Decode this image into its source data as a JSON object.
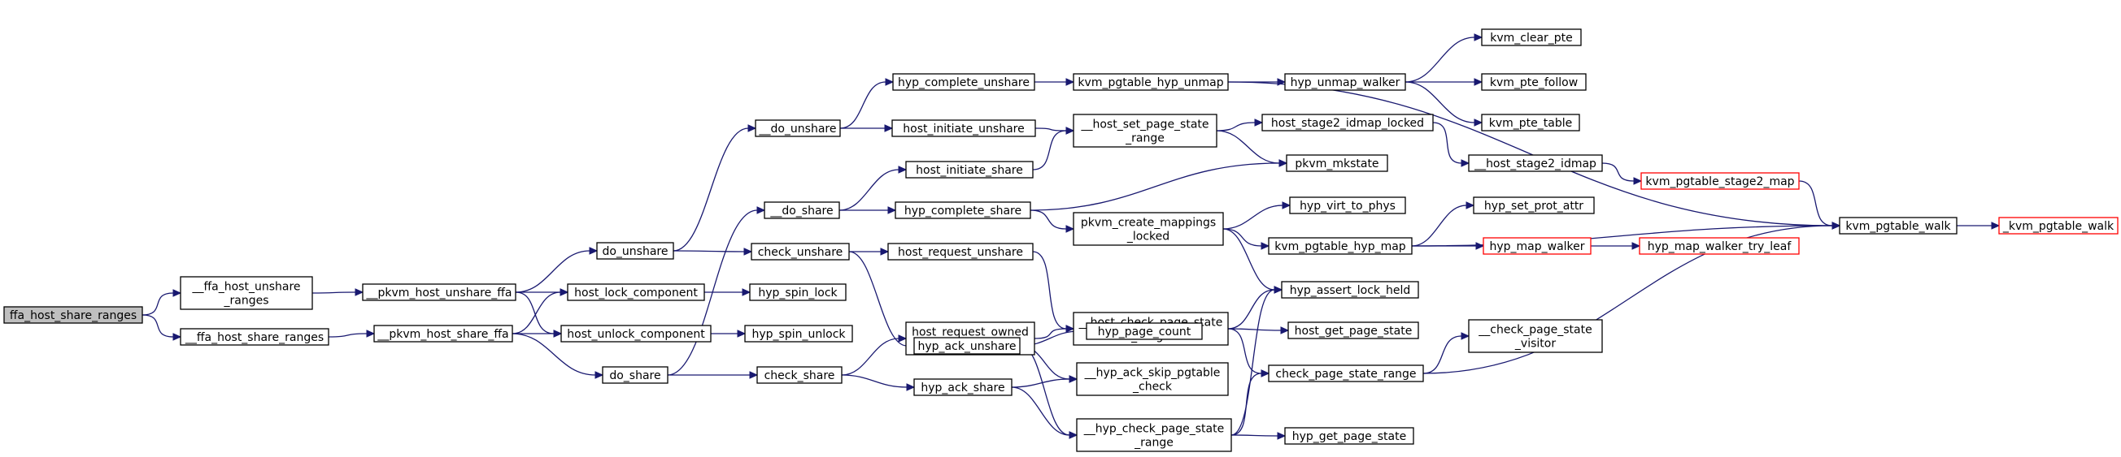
{
  "graph": {
    "colors": {
      "edge": "#191970",
      "root_fill": "#bfbfbf",
      "truncated_border": "#ff0000"
    },
    "nodes": [
      {
        "id": "ffa_host_share_ranges",
        "lines": [
          "ffa_host_share_ranges"
        ]
      },
      {
        "id": "__ffa_host_unshare_ranges",
        "lines": [
          "__ffa_host_unshare",
          "_ranges"
        ]
      },
      {
        "id": "__ffa_host_share_ranges",
        "lines": [
          "__ffa_host_share_ranges"
        ]
      },
      {
        "id": "__pkvm_host_unshare_ffa",
        "lines": [
          "__pkvm_host_unshare_ffa"
        ]
      },
      {
        "id": "__pkvm_host_share_ffa",
        "lines": [
          "__pkvm_host_share_ffa"
        ]
      },
      {
        "id": "do_unshare",
        "lines": [
          "do_unshare"
        ]
      },
      {
        "id": "host_lock_component",
        "lines": [
          "host_lock_component"
        ]
      },
      {
        "id": "host_unlock_component",
        "lines": [
          "host_unlock_component"
        ]
      },
      {
        "id": "do_share",
        "lines": [
          "do_share"
        ]
      },
      {
        "id": "__do_unshare",
        "lines": [
          "__do_unshare"
        ]
      },
      {
        "id": "__do_share",
        "lines": [
          "__do_share"
        ]
      },
      {
        "id": "check_unshare",
        "lines": [
          "check_unshare"
        ]
      },
      {
        "id": "hyp_spin_lock",
        "lines": [
          "hyp_spin_lock"
        ]
      },
      {
        "id": "hyp_spin_unlock",
        "lines": [
          "hyp_spin_unlock"
        ]
      },
      {
        "id": "check_share",
        "lines": [
          "check_share"
        ]
      },
      {
        "id": "hyp_complete_unshare",
        "lines": [
          "hyp_complete_unshare"
        ]
      },
      {
        "id": "host_initiate_unshare",
        "lines": [
          "host_initiate_unshare"
        ]
      },
      {
        "id": "host_initiate_share",
        "lines": [
          "host_initiate_share"
        ]
      },
      {
        "id": "hyp_complete_share",
        "lines": [
          "hyp_complete_share"
        ]
      },
      {
        "id": "host_request_unshare",
        "lines": [
          "host_request_unshare"
        ]
      },
      {
        "id": "host_request_owned_transition",
        "lines": [
          "host_request_owned",
          "_transition"
        ]
      },
      {
        "id": "hyp_ack_unshare",
        "lines": [
          "hyp_ack_unshare"
        ]
      },
      {
        "id": "hyp_ack_share",
        "lines": [
          "hyp_ack_share"
        ]
      },
      {
        "id": "kvm_pgtable_hyp_unmap",
        "lines": [
          "kvm_pgtable_hyp_unmap"
        ]
      },
      {
        "id": "__host_set_page_state_range",
        "lines": [
          "__host_set_page_state",
          "_range"
        ]
      },
      {
        "id": "pkvm_create_mappings_locked",
        "lines": [
          "pkvm_create_mappings",
          "_locked"
        ]
      },
      {
        "id": "__host_check_page_state_range",
        "lines": [
          "__host_check_page_state",
          "_range"
        ]
      },
      {
        "id": "hyp_page_count",
        "lines": [
          "hyp_page_count"
        ]
      },
      {
        "id": "__hyp_ack_skip_pgtable_check",
        "lines": [
          "__hyp_ack_skip_pgtable",
          "_check"
        ]
      },
      {
        "id": "__hyp_check_page_state_range",
        "lines": [
          "__hyp_check_page_state",
          "_range"
        ]
      },
      {
        "id": "hyp_unmap_walker",
        "lines": [
          "hyp_unmap_walker"
        ]
      },
      {
        "id": "host_stage2_idmap_locked",
        "lines": [
          "host_stage2_idmap_locked"
        ]
      },
      {
        "id": "pkvm_mkstate",
        "lines": [
          "pkvm_mkstate"
        ]
      },
      {
        "id": "hyp_virt_to_phys",
        "lines": [
          "hyp_virt_to_phys"
        ]
      },
      {
        "id": "kvm_pgtable_hyp_map",
        "lines": [
          "kvm_pgtable_hyp_map"
        ]
      },
      {
        "id": "hyp_assert_lock_held",
        "lines": [
          "hyp_assert_lock_held"
        ]
      },
      {
        "id": "host_get_page_state",
        "lines": [
          "host_get_page_state"
        ]
      },
      {
        "id": "check_page_state_range",
        "lines": [
          "check_page_state_range"
        ]
      },
      {
        "id": "hyp_get_page_state",
        "lines": [
          "hyp_get_page_state"
        ]
      },
      {
        "id": "kvm_clear_pte",
        "lines": [
          "kvm_clear_pte"
        ]
      },
      {
        "id": "kvm_pte_follow",
        "lines": [
          "kvm_pte_follow"
        ]
      },
      {
        "id": "kvm_pte_table",
        "lines": [
          "kvm_pte_table"
        ]
      },
      {
        "id": "__host_stage2_idmap",
        "lines": [
          "__host_stage2_idmap"
        ]
      },
      {
        "id": "hyp_set_prot_attr",
        "lines": [
          "hyp_set_prot_attr"
        ]
      },
      {
        "id": "hyp_map_walker",
        "lines": [
          "hyp_map_walker"
        ],
        "truncated": true
      },
      {
        "id": "__check_page_state_visitor",
        "lines": [
          "__check_page_state",
          "_visitor"
        ]
      },
      {
        "id": "kvm_pgtable_stage2_map",
        "lines": [
          "kvm_pgtable_stage2_map"
        ],
        "truncated": true
      },
      {
        "id": "hyp_map_walker_try_leaf",
        "lines": [
          "hyp_map_walker_try_leaf"
        ],
        "truncated": true
      },
      {
        "id": "kvm_pgtable_walk",
        "lines": [
          "kvm_pgtable_walk"
        ]
      },
      {
        "id": "_kvm_pgtable_walk",
        "lines": [
          "_kvm_pgtable_walk"
        ],
        "truncated": true
      }
    ],
    "edges": [
      [
        "ffa_host_share_ranges",
        "__ffa_host_unshare_ranges"
      ],
      [
        "ffa_host_share_ranges",
        "__ffa_host_share_ranges"
      ],
      [
        "__ffa_host_unshare_ranges",
        "__pkvm_host_unshare_ffa"
      ],
      [
        "__ffa_host_share_ranges",
        "__pkvm_host_share_ffa"
      ],
      [
        "__pkvm_host_unshare_ffa",
        "do_unshare"
      ],
      [
        "__pkvm_host_unshare_ffa",
        "host_lock_component"
      ],
      [
        "__pkvm_host_unshare_ffa",
        "host_unlock_component"
      ],
      [
        "__pkvm_host_share_ffa",
        "host_lock_component"
      ],
      [
        "__pkvm_host_share_ffa",
        "host_unlock_component"
      ],
      [
        "__pkvm_host_share_ffa",
        "do_share"
      ],
      [
        "do_unshare",
        "__do_unshare"
      ],
      [
        "do_unshare",
        "check_unshare"
      ],
      [
        "do_share",
        "__do_share"
      ],
      [
        "do_share",
        "check_share"
      ],
      [
        "host_lock_component",
        "hyp_spin_lock"
      ],
      [
        "host_unlock_component",
        "hyp_spin_unlock"
      ],
      [
        "__do_unshare",
        "hyp_complete_unshare"
      ],
      [
        "__do_unshare",
        "host_initiate_unshare"
      ],
      [
        "__do_share",
        "host_initiate_share"
      ],
      [
        "__do_share",
        "hyp_complete_share"
      ],
      [
        "check_unshare",
        "host_request_unshare"
      ],
      [
        "check_unshare",
        "hyp_ack_unshare"
      ],
      [
        "check_share",
        "host_request_owned_transition"
      ],
      [
        "check_share",
        "hyp_ack_share"
      ],
      [
        "hyp_complete_unshare",
        "kvm_pgtable_hyp_unmap"
      ],
      [
        "host_initiate_unshare",
        "__host_set_page_state_range"
      ],
      [
        "host_initiate_share",
        "__host_set_page_state_range"
      ],
      [
        "hyp_complete_share",
        "pkvm_mkstate"
      ],
      [
        "hyp_complete_share",
        "pkvm_create_mappings_locked"
      ],
      [
        "host_request_unshare",
        "__host_check_page_state_range"
      ],
      [
        "host_request_owned_transition",
        "__host_check_page_state_range"
      ],
      [
        "hyp_ack_unshare",
        "hyp_page_count"
      ],
      [
        "hyp_ack_unshare",
        "__hyp_ack_skip_pgtable_check"
      ],
      [
        "hyp_ack_unshare",
        "__hyp_check_page_state_range"
      ],
      [
        "hyp_ack_share",
        "__hyp_ack_skip_pgtable_check"
      ],
      [
        "hyp_ack_share",
        "__hyp_check_page_state_range"
      ],
      [
        "kvm_pgtable_hyp_unmap",
        "hyp_unmap_walker"
      ],
      [
        "kvm_pgtable_hyp_unmap",
        "kvm_pgtable_walk"
      ],
      [
        "__host_set_page_state_range",
        "host_stage2_idmap_locked"
      ],
      [
        "__host_set_page_state_range",
        "pkvm_mkstate"
      ],
      [
        "pkvm_create_mappings_locked",
        "hyp_virt_to_phys"
      ],
      [
        "pkvm_create_mappings_locked",
        "kvm_pgtable_hyp_map"
      ],
      [
        "pkvm_create_mappings_locked",
        "hyp_assert_lock_held"
      ],
      [
        "__host_check_page_state_range",
        "hyp_assert_lock_held"
      ],
      [
        "__host_check_page_state_range",
        "host_get_page_state"
      ],
      [
        "__host_check_page_state_range",
        "check_page_state_range"
      ],
      [
        "__hyp_check_page_state_range",
        "hyp_assert_lock_held"
      ],
      [
        "__hyp_check_page_state_range",
        "check_page_state_range"
      ],
      [
        "__hyp_check_page_state_range",
        "hyp_get_page_state"
      ],
      [
        "hyp_unmap_walker",
        "kvm_clear_pte"
      ],
      [
        "hyp_unmap_walker",
        "kvm_pte_follow"
      ],
      [
        "hyp_unmap_walker",
        "kvm_pte_table"
      ],
      [
        "host_stage2_idmap_locked",
        "__host_stage2_idmap"
      ],
      [
        "kvm_pgtable_hyp_map",
        "hyp_set_prot_attr"
      ],
      [
        "kvm_pgtable_hyp_map",
        "hyp_map_walker"
      ],
      [
        "kvm_pgtable_hyp_map",
        "kvm_pgtable_walk"
      ],
      [
        "check_page_state_range",
        "__check_page_state_visitor"
      ],
      [
        "check_page_state_range",
        "kvm_pgtable_walk"
      ],
      [
        "__host_stage2_idmap",
        "kvm_pgtable_stage2_map"
      ],
      [
        "hyp_map_walker",
        "hyp_map_walker_try_leaf"
      ],
      [
        "kvm_pgtable_stage2_map",
        "kvm_pgtable_walk"
      ],
      [
        "kvm_pgtable_walk",
        "_kvm_pgtable_walk"
      ]
    ]
  }
}
